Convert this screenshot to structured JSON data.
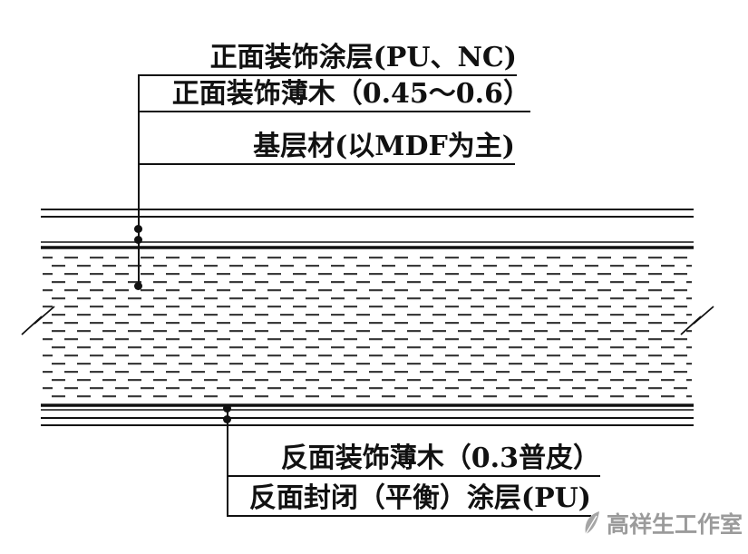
{
  "diagram": {
    "type": "construction-detail-section",
    "top_labels": [
      {
        "text": "正面装饰涂层(PU、NC)"
      },
      {
        "text": "正面装饰薄木（0.45～0.6）"
      },
      {
        "text": "基层材(以MDF为主)"
      }
    ],
    "bottom_labels": [
      {
        "text": "反面装饰薄木（0.3普皮）"
      },
      {
        "text": "反面封闭（平衡）涂层(PU)"
      }
    ],
    "watermark": "高祥生工作室",
    "colors": {
      "line": "#111111",
      "hatch": "#3c3c3c",
      "watermark": "#9b9b9b"
    }
  }
}
